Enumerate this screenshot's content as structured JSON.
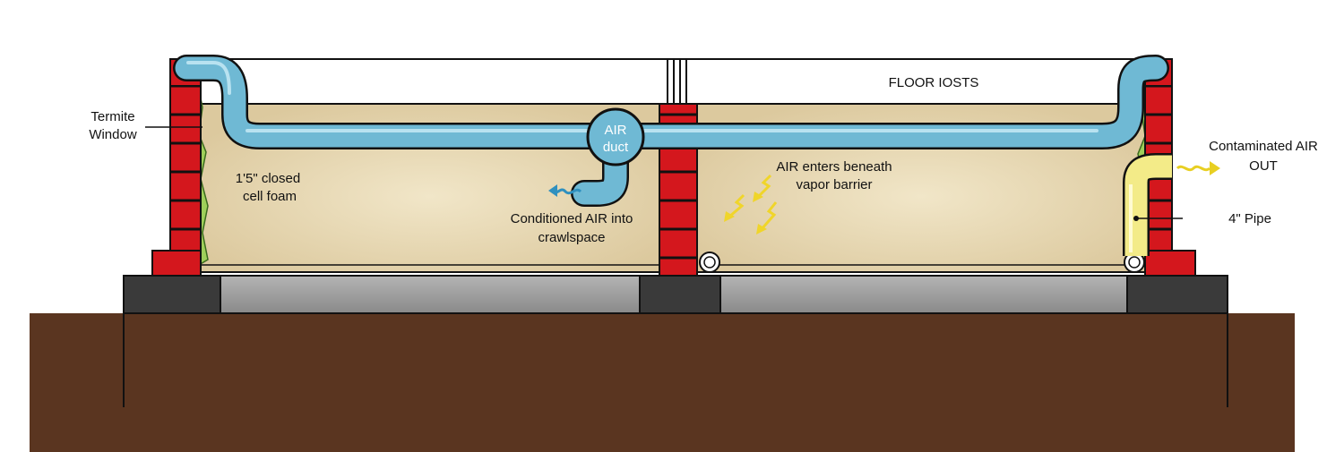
{
  "labels": {
    "floor_joists": "FLOOR IOSTS",
    "termite_window_1": "Termite",
    "termite_window_2": "Window",
    "foam_1": "1'5\" closed",
    "foam_2": "cell foam",
    "air_duct_1": "AIR",
    "air_duct_2": "duct",
    "conditioned_1": "Conditioned AIR into",
    "conditioned_2": "crawlspace",
    "air_enters_1": "AIR enters beneath",
    "air_enters_2": "vapor barrier",
    "contaminated_1": "Contaminated AIR",
    "contaminated_2": "OUT",
    "pipe": "4\" Pipe"
  },
  "colors": {
    "soil": "#5a3520",
    "footing": "#3a3a3a",
    "slab": "#9a9a9a",
    "crawlspace": "#e6d8b4",
    "brick": "#d4171d",
    "duct": "#6fb9d4",
    "foam": "#9fcf5a",
    "exhaust_pipe": "#f3eb88",
    "air_arrow": "#f0d52a"
  }
}
